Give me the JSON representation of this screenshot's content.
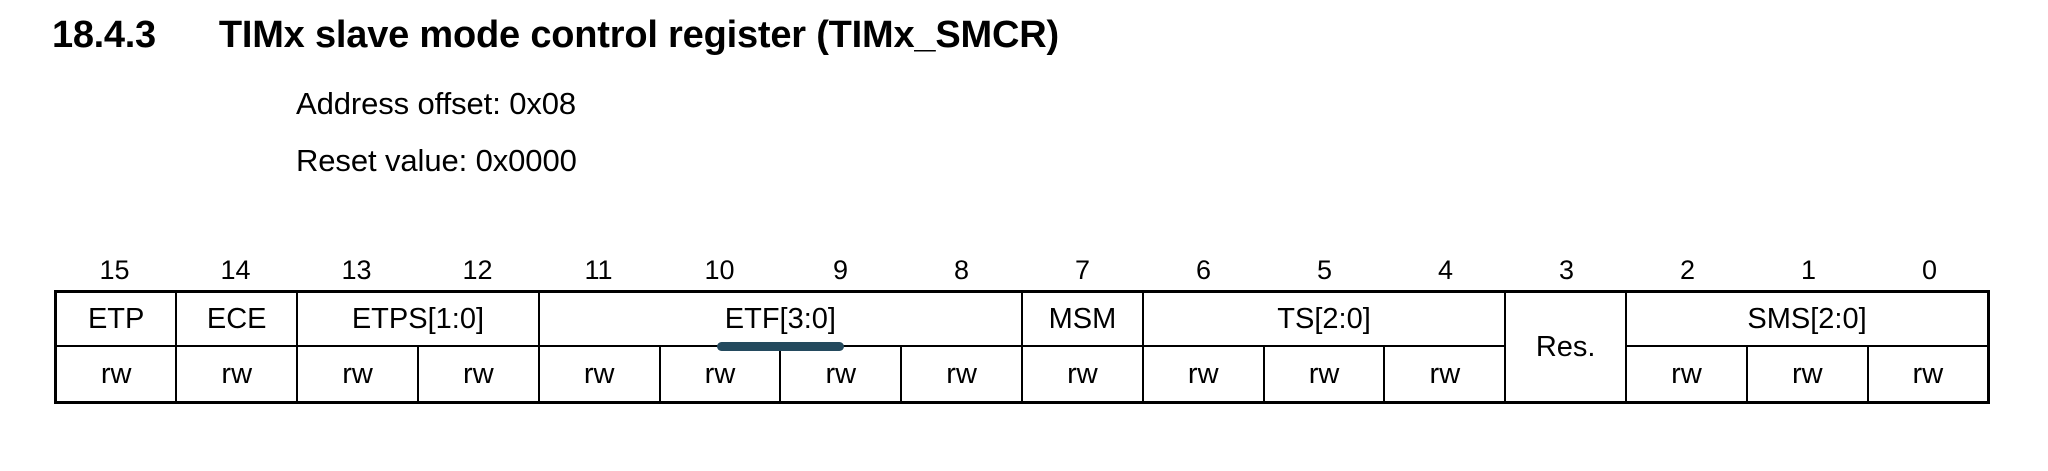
{
  "heading": {
    "number": "18.4.3",
    "title": "TIMx slave mode control register (TIMx_SMCR)"
  },
  "address_offset": "Address offset: 0x08",
  "reset_value": "Reset value: 0x0000",
  "register": {
    "bit_numbers": [
      "15",
      "14",
      "13",
      "12",
      "11",
      "10",
      "9",
      "8",
      "7",
      "6",
      "5",
      "4",
      "3",
      "2",
      "1",
      "0"
    ],
    "fields": [
      {
        "label": "ETP",
        "span": 1,
        "highlighted": false
      },
      {
        "label": "ECE",
        "span": 1,
        "highlighted": false
      },
      {
        "label": "ETPS[1:0]",
        "span": 2,
        "highlighted": false
      },
      {
        "label": "ETF[3:0]",
        "span": 4,
        "highlighted": true
      },
      {
        "label": "MSM",
        "span": 1,
        "highlighted": false
      },
      {
        "label": "TS[2:0]",
        "span": 3,
        "highlighted": false
      },
      {
        "label": "Res.",
        "span": 1,
        "highlighted": false,
        "rowspan": 2
      },
      {
        "label": "SMS[2:0]",
        "span": 3,
        "highlighted": false
      }
    ],
    "access": [
      "rw",
      "rw",
      "rw",
      "rw",
      "rw",
      "rw",
      "rw",
      "rw",
      "rw",
      "rw",
      "rw",
      "rw",
      "rw",
      "rw",
      "rw"
    ],
    "highlight_color": "#244a5e"
  }
}
